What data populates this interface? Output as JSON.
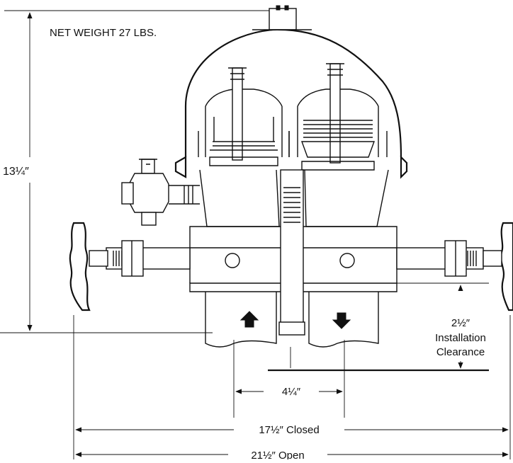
{
  "diagram": {
    "net_weight": "NET WEIGHT 27 LBS.",
    "height_dim": "13¼″",
    "pipe_spacing_dim": "4¼″",
    "closed_width_dim": "17½″ Closed",
    "open_width_dim": "21½″ Open",
    "clearance": {
      "value": "2½″",
      "line1": "Installation",
      "line2": "Clearance"
    }
  }
}
